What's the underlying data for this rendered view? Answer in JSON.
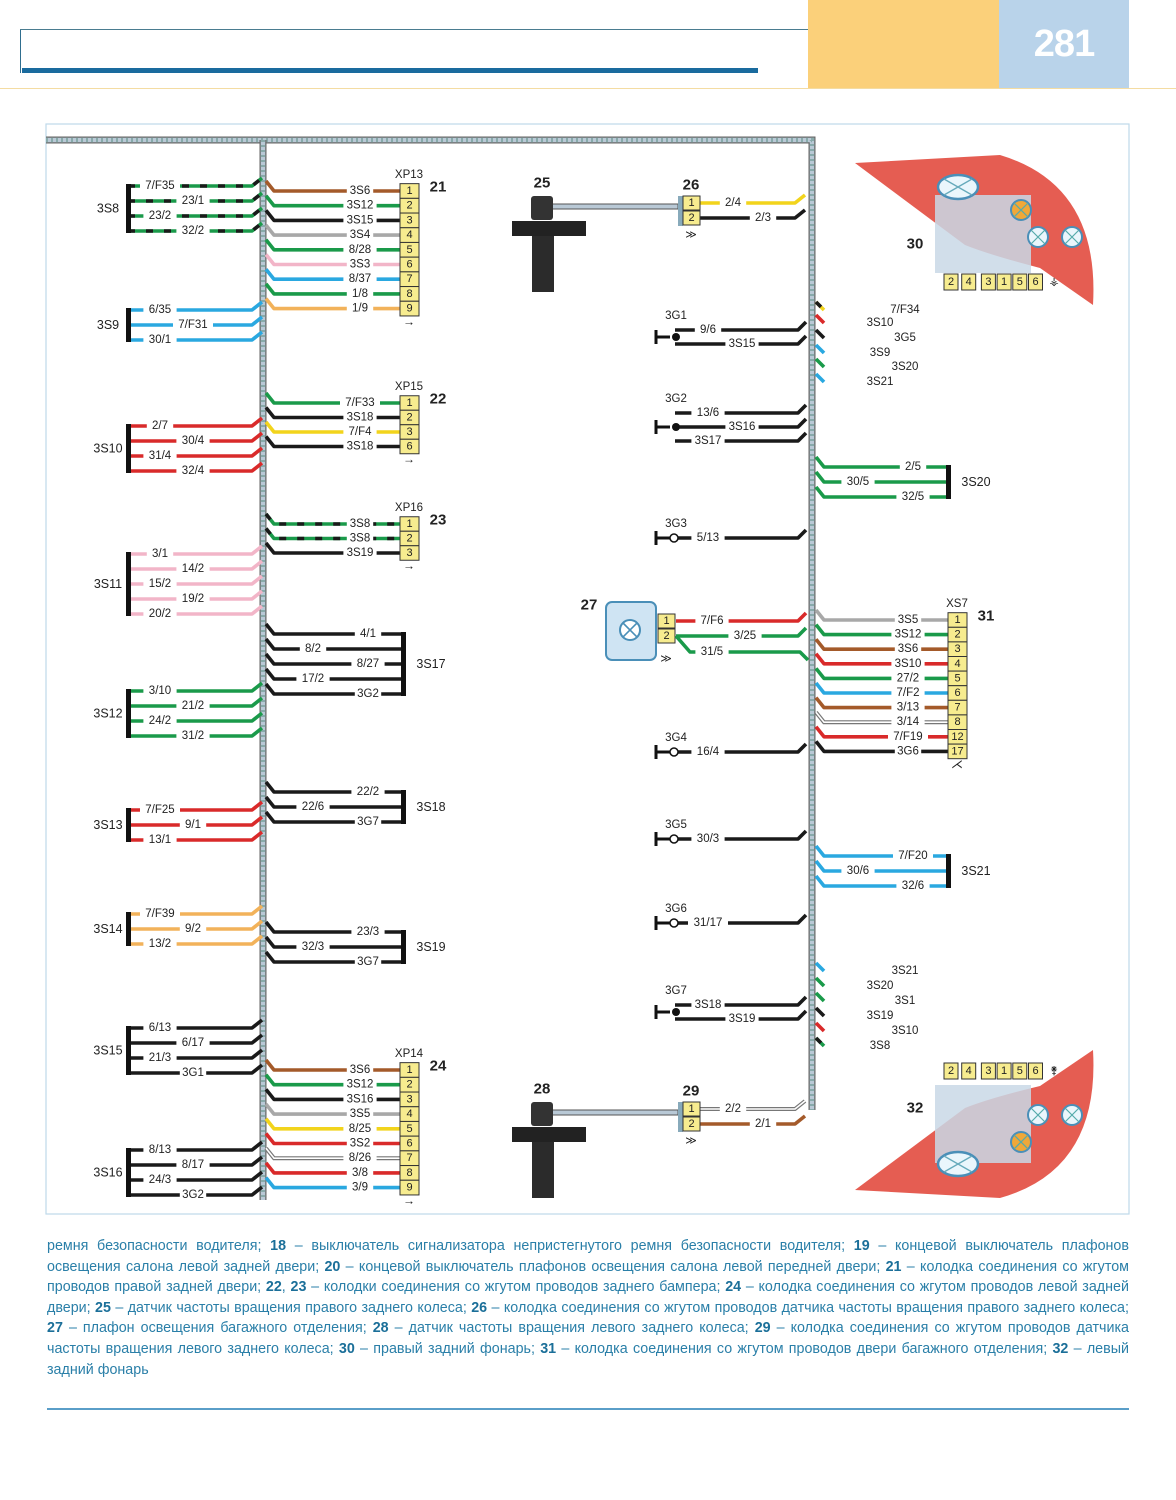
{
  "page": {
    "number": "281"
  },
  "colors": {
    "G": "#1a9a4a",
    "B": "#1a1a1a",
    "R": "#d92a2a",
    "Y": "#f2d41c",
    "W": "#a8a8a8",
    "K": "#a45a2a",
    "P": "#f2b5c8",
    "L": "#2aa8e0",
    "O": "#f2b25a",
    "connector": "#f7ec8f",
    "harness": "#b9c9d6",
    "lamp_red": "#e24b3f",
    "accent_text": "#2a7fa8"
  },
  "left_splices": [
    {
      "id": "3S8",
      "wires": [
        {
          "label": "7/F35",
          "c": "G",
          "stripe": "B"
        },
        {
          "label": "23/1",
          "c": "G",
          "stripe": "B"
        },
        {
          "label": "23/2",
          "c": "G",
          "stripe": "B"
        },
        {
          "label": "32/2",
          "c": "G",
          "stripe": "B"
        }
      ]
    },
    {
      "id": "3S9",
      "wires": [
        {
          "label": "6/35",
          "c": "L"
        },
        {
          "label": "7/F31",
          "c": "L"
        },
        {
          "label": "30/1",
          "c": "L"
        }
      ]
    },
    {
      "id": "3S10",
      "wires": [
        {
          "label": "2/7",
          "c": "R"
        },
        {
          "label": "30/4",
          "c": "R"
        },
        {
          "label": "31/4",
          "c": "R"
        },
        {
          "label": "32/4",
          "c": "R"
        }
      ]
    },
    {
      "id": "3S11",
      "wires": [
        {
          "label": "3/1",
          "c": "P"
        },
        {
          "label": "14/2",
          "c": "P"
        },
        {
          "label": "15/2",
          "c": "P"
        },
        {
          "label": "19/2",
          "c": "P"
        },
        {
          "label": "20/2",
          "c": "P"
        }
      ]
    },
    {
      "id": "3S12",
      "wires": [
        {
          "label": "3/10",
          "c": "G"
        },
        {
          "label": "21/2",
          "c": "G"
        },
        {
          "label": "24/2",
          "c": "G"
        },
        {
          "label": "31/2",
          "c": "G"
        }
      ]
    },
    {
      "id": "3S13",
      "wires": [
        {
          "label": "7/F25",
          "c": "R"
        },
        {
          "label": "9/1",
          "c": "R"
        },
        {
          "label": "13/1",
          "c": "R"
        }
      ]
    },
    {
      "id": "3S14",
      "wires": [
        {
          "label": "7/F39",
          "c": "O"
        },
        {
          "label": "9/2",
          "c": "O"
        },
        {
          "label": "13/2",
          "c": "O"
        }
      ]
    },
    {
      "id": "3S15",
      "wires": [
        {
          "label": "6/13",
          "c": "B"
        },
        {
          "label": "6/17",
          "c": "B"
        },
        {
          "label": "21/3",
          "c": "B"
        },
        {
          "label": "3G1",
          "c": "B"
        }
      ]
    },
    {
      "id": "3S16",
      "wires": [
        {
          "label": "8/13",
          "c": "B"
        },
        {
          "label": "8/17",
          "c": "B"
        },
        {
          "label": "24/3",
          "c": "B"
        },
        {
          "label": "3G2",
          "c": "B"
        }
      ]
    }
  ],
  "mid_splices": [
    {
      "id": "3S17",
      "wires": [
        {
          "label": "4/1",
          "c": "B"
        },
        {
          "label": "8/2",
          "c": "B"
        },
        {
          "label": "8/27",
          "c": "B"
        },
        {
          "label": "17/2",
          "c": "B"
        },
        {
          "label": "3G2",
          "c": "B"
        }
      ]
    },
    {
      "id": "3S18",
      "wires": [
        {
          "label": "22/2",
          "c": "B"
        },
        {
          "label": "22/6",
          "c": "B"
        },
        {
          "label": "3G7",
          "c": "B"
        }
      ]
    },
    {
      "id": "3S19",
      "wires": [
        {
          "label": "23/3",
          "c": "B"
        },
        {
          "label": "32/3",
          "c": "B"
        },
        {
          "label": "3G7",
          "c": "B"
        }
      ]
    },
    {
      "id": "3S20",
      "wires": [
        {
          "label": "2/5",
          "c": "G"
        },
        {
          "label": "30/5",
          "c": "G"
        },
        {
          "label": "32/5",
          "c": "G"
        }
      ]
    },
    {
      "id": "3S21",
      "wires": [
        {
          "label": "7/F20",
          "c": "L"
        },
        {
          "label": "30/6",
          "c": "L"
        },
        {
          "label": "32/6",
          "c": "L"
        }
      ]
    }
  ],
  "connectors": [
    {
      "num": "21",
      "name": "XP13",
      "pins": [
        {
          "pin": "1",
          "label": "3S6",
          "c": "K"
        },
        {
          "pin": "2",
          "label": "3S12",
          "c": "G"
        },
        {
          "pin": "3",
          "label": "3S15",
          "c": "B"
        },
        {
          "pin": "4",
          "label": "3S4",
          "c": "W"
        },
        {
          "pin": "5",
          "label": "8/28",
          "c": "G"
        },
        {
          "pin": "6",
          "label": "3S3",
          "c": "P"
        },
        {
          "pin": "7",
          "label": "8/37",
          "c": "L"
        },
        {
          "pin": "8",
          "label": "1/8",
          "c": "G"
        },
        {
          "pin": "9",
          "label": "1/9",
          "c": "O"
        }
      ]
    },
    {
      "num": "22",
      "name": "XP15",
      "pins": [
        {
          "pin": "1",
          "label": "7/F33",
          "c": "G"
        },
        {
          "pin": "2",
          "label": "3S18",
          "c": "B"
        },
        {
          "pin": "3",
          "label": "7/F4",
          "c": "Y"
        },
        {
          "pin": "6",
          "label": "3S18",
          "c": "B"
        }
      ]
    },
    {
      "num": "23",
      "name": "XP16",
      "pins": [
        {
          "pin": "1",
          "label": "3S8",
          "c": "G",
          "stripe": "B"
        },
        {
          "pin": "2",
          "label": "3S8",
          "c": "G",
          "stripe": "B"
        },
        {
          "pin": "3",
          "label": "3S19",
          "c": "B"
        }
      ]
    },
    {
      "num": "24",
      "name": "XP14",
      "pins": [
        {
          "pin": "1",
          "label": "3S6",
          "c": "K"
        },
        {
          "pin": "2",
          "label": "3S12",
          "c": "G"
        },
        {
          "pin": "3",
          "label": "3S16",
          "c": "B"
        },
        {
          "pin": "4",
          "label": "3S5",
          "c": "W"
        },
        {
          "pin": "5",
          "label": "8/25",
          "c": "Y"
        },
        {
          "pin": "6",
          "label": "3S2",
          "c": "R"
        },
        {
          "pin": "7",
          "label": "8/26",
          "c": "W",
          "double": true
        },
        {
          "pin": "8",
          "label": "3/8",
          "c": "R"
        },
        {
          "pin": "9",
          "label": "3/9",
          "c": "L"
        }
      ]
    },
    {
      "num": "31",
      "name": "XS7",
      "pins": [
        {
          "pin": "1",
          "label": "3S5",
          "c": "W"
        },
        {
          "pin": "2",
          "label": "3S12",
          "c": "G"
        },
        {
          "pin": "3",
          "label": "3S6",
          "c": "K"
        },
        {
          "pin": "4",
          "label": "3S10",
          "c": "R"
        },
        {
          "pin": "5",
          "label": "27/2",
          "c": "G"
        },
        {
          "pin": "6",
          "label": "7/F2",
          "c": "L"
        },
        {
          "pin": "7",
          "label": "3/13",
          "c": "K"
        },
        {
          "pin": "8",
          "label": "3/14",
          "c": "W",
          "double": true
        },
        {
          "pin": "12",
          "label": "7/F19",
          "c": "R"
        },
        {
          "pin": "17",
          "label": "3G6",
          "c": "B"
        }
      ]
    }
  ],
  "sensors": [
    {
      "num": "25",
      "connector_num": "26",
      "pins": [
        {
          "pin": "1",
          "label": "2/4",
          "c": "Y"
        },
        {
          "pin": "2",
          "label": "2/3",
          "c": "B"
        }
      ]
    },
    {
      "num": "28",
      "connector_num": "29",
      "pins": [
        {
          "pin": "1",
          "label": "2/2",
          "c": "W",
          "double": true
        },
        {
          "pin": "2",
          "label": "2/1",
          "c": "K"
        }
      ]
    }
  ],
  "lamp_27": {
    "num": "27",
    "pins": [
      {
        "pin": "1",
        "label": "7/F6",
        "c": "R"
      },
      {
        "pin": "2",
        "label": "3/25",
        "c": "G"
      },
      {
        "pin": "2",
        "label": "31/5",
        "c": "G"
      }
    ]
  },
  "grounds": [
    {
      "id": "3G1",
      "type": "splice",
      "wires": [
        {
          "label": "9/6"
        },
        {
          "label": "3S15"
        }
      ]
    },
    {
      "id": "3G2",
      "type": "splice",
      "wires": [
        {
          "label": "13/6"
        },
        {
          "label": "3S16"
        },
        {
          "label": "3S17"
        }
      ]
    },
    {
      "id": "3G3",
      "type": "ring",
      "wires": [
        {
          "label": "5/13"
        }
      ]
    },
    {
      "id": "3G4",
      "type": "ring",
      "wires": [
        {
          "label": "16/4"
        }
      ]
    },
    {
      "id": "3G5",
      "type": "ring",
      "wires": [
        {
          "label": "30/3"
        }
      ]
    },
    {
      "id": "3G6",
      "type": "ring",
      "wires": [
        {
          "label": "31/17"
        }
      ]
    },
    {
      "id": "3G7",
      "type": "splice",
      "wires": [
        {
          "label": "3S18"
        },
        {
          "label": "3S19"
        }
      ]
    }
  ],
  "tail_lamps": [
    {
      "num": "30",
      "pins": [
        "2",
        "4",
        "3",
        "1",
        "5",
        "6"
      ],
      "wires": [
        {
          "label": "7/F34",
          "c": "Y",
          "stripe": "B",
          "pin": "2"
        },
        {
          "label": "3S10",
          "c": "R",
          "pin": "4"
        },
        {
          "label": "3G5",
          "c": "B",
          "pin": "3"
        },
        {
          "label": "3S9",
          "c": "L",
          "pin": "1"
        },
        {
          "label": "3S20",
          "c": "G",
          "pin": "5"
        },
        {
          "label": "3S21",
          "c": "L",
          "pin": "6"
        }
      ]
    },
    {
      "num": "32",
      "pins": [
        "2",
        "4",
        "3",
        "1",
        "5",
        "6"
      ],
      "wires": [
        {
          "label": "3S21",
          "c": "L",
          "pin": "6"
        },
        {
          "label": "3S20",
          "c": "G",
          "pin": "5"
        },
        {
          "label": "3S1",
          "c": "G",
          "pin": "1"
        },
        {
          "label": "3S19",
          "c": "B",
          "pin": "3"
        },
        {
          "label": "3S10",
          "c": "R",
          "pin": "4"
        },
        {
          "label": "3S8",
          "c": "G",
          "stripe": "B",
          "pin": "2"
        }
      ]
    }
  ],
  "caption": [
    {
      "t": "ремня безопасности водителя; "
    },
    {
      "b": "18"
    },
    {
      "t": " – выключатель сигнализатора непристегнутого ремня безопасности водителя; "
    },
    {
      "b": "19"
    },
    {
      "t": " – концевой выключатель плафонов освещения салона левой задней двери; "
    },
    {
      "b": "20"
    },
    {
      "t": " – концевой выключатель плафонов освещения салона левой передней двери; "
    },
    {
      "b": "21"
    },
    {
      "t": " – колодка соединения со жгутом проводов правой задней двери; "
    },
    {
      "b": "22"
    },
    {
      "t": ", "
    },
    {
      "b": "23"
    },
    {
      "t": " – колодки соединения со жгутом проводов заднего бампера; "
    },
    {
      "b": "24"
    },
    {
      "t": " – колодка соединения со жгутом проводов левой задней двери; "
    },
    {
      "b": "25"
    },
    {
      "t": " – датчик частоты вращения правого заднего колеса; "
    },
    {
      "b": "26"
    },
    {
      "t": " – колодка соединения со жгутом проводов датчика частоты вращения правого заднего колеса; "
    },
    {
      "b": "27"
    },
    {
      "t": " – плафон освещения багажного отделения; "
    },
    {
      "b": "28"
    },
    {
      "t": " – датчик частоты вращения левого заднего колеса; "
    },
    {
      "b": "29"
    },
    {
      "t": " – колодка соединения со жгутом проводов датчика частоты вращения левого заднего колеса; "
    },
    {
      "b": "30"
    },
    {
      "t": " – правый задний фонарь; "
    },
    {
      "b": "31"
    },
    {
      "t": " – колодка соединения со жгутом проводов двери багажного отделения; "
    },
    {
      "b": "32"
    },
    {
      "t": " – левый задний фонарь"
    }
  ]
}
